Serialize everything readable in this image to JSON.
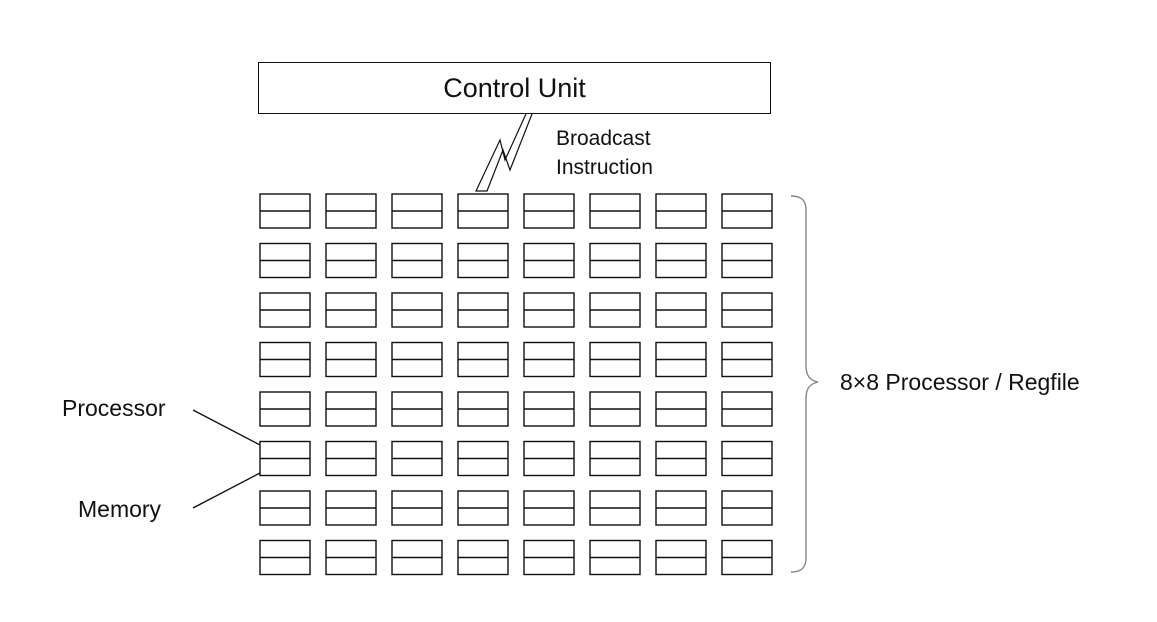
{
  "control_unit": {
    "label": "Control Unit"
  },
  "broadcast": {
    "line1": "Broadcast",
    "line2": "Instruction"
  },
  "grid": {
    "rows": 8,
    "cols": 8
  },
  "annotations": {
    "processor": "Processor",
    "memory": "Memory",
    "array": "8×8 Processor / Regfile"
  },
  "colors": {
    "stroke": "#111111",
    "background": "#ffffff"
  }
}
